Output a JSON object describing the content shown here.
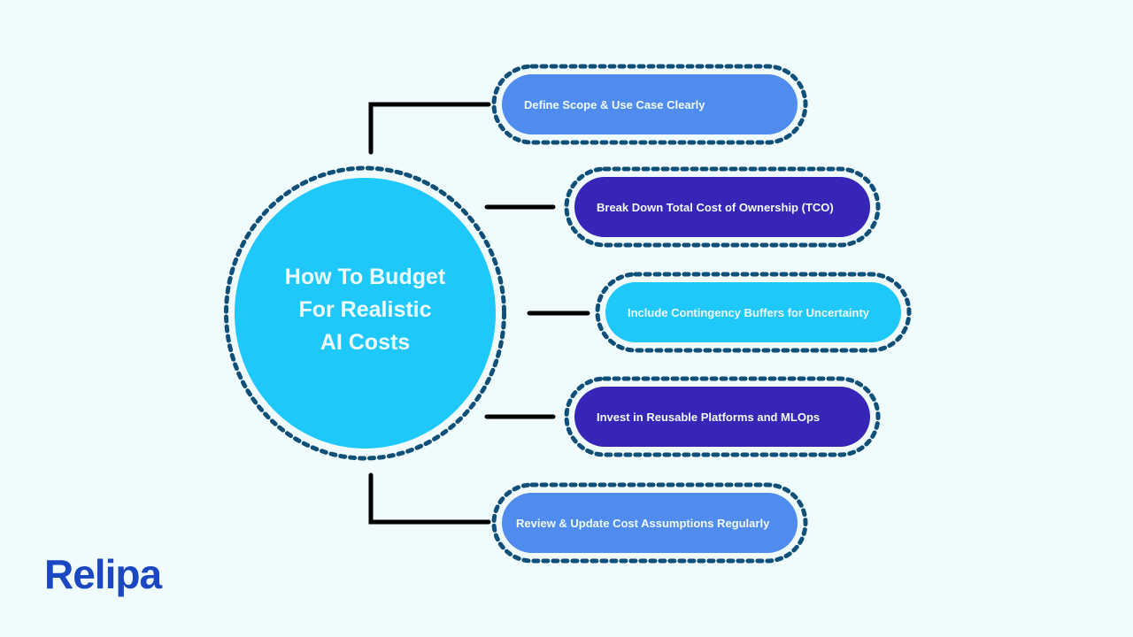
{
  "diagram": {
    "title": "How To Budget\nFor Realistic\nAI Costs",
    "nodes": [
      {
        "label": "Define Scope & Use Case Clearly",
        "color": "#508bee"
      },
      {
        "label": "Break Down Total Cost of Ownership (TCO)",
        "color": "#3725b8"
      },
      {
        "label": "Include Contingency Buffers for Uncertainty",
        "color": "#1ec8fb"
      },
      {
        "label": "Invest in Reusable Platforms and MLOps",
        "color": "#3725b8"
      },
      {
        "label": "Review & Update Cost Assumptions Regularly",
        "color": "#508bee"
      }
    ],
    "colors": {
      "background": "#f0fbfe",
      "hub": "#1ec8fb",
      "dotted_border": "#0f4f78",
      "connector": "#000000",
      "text": "#f0fbfe"
    }
  },
  "brand": {
    "logo_text": "Relipa",
    "logo_color": "#1b47c2"
  }
}
